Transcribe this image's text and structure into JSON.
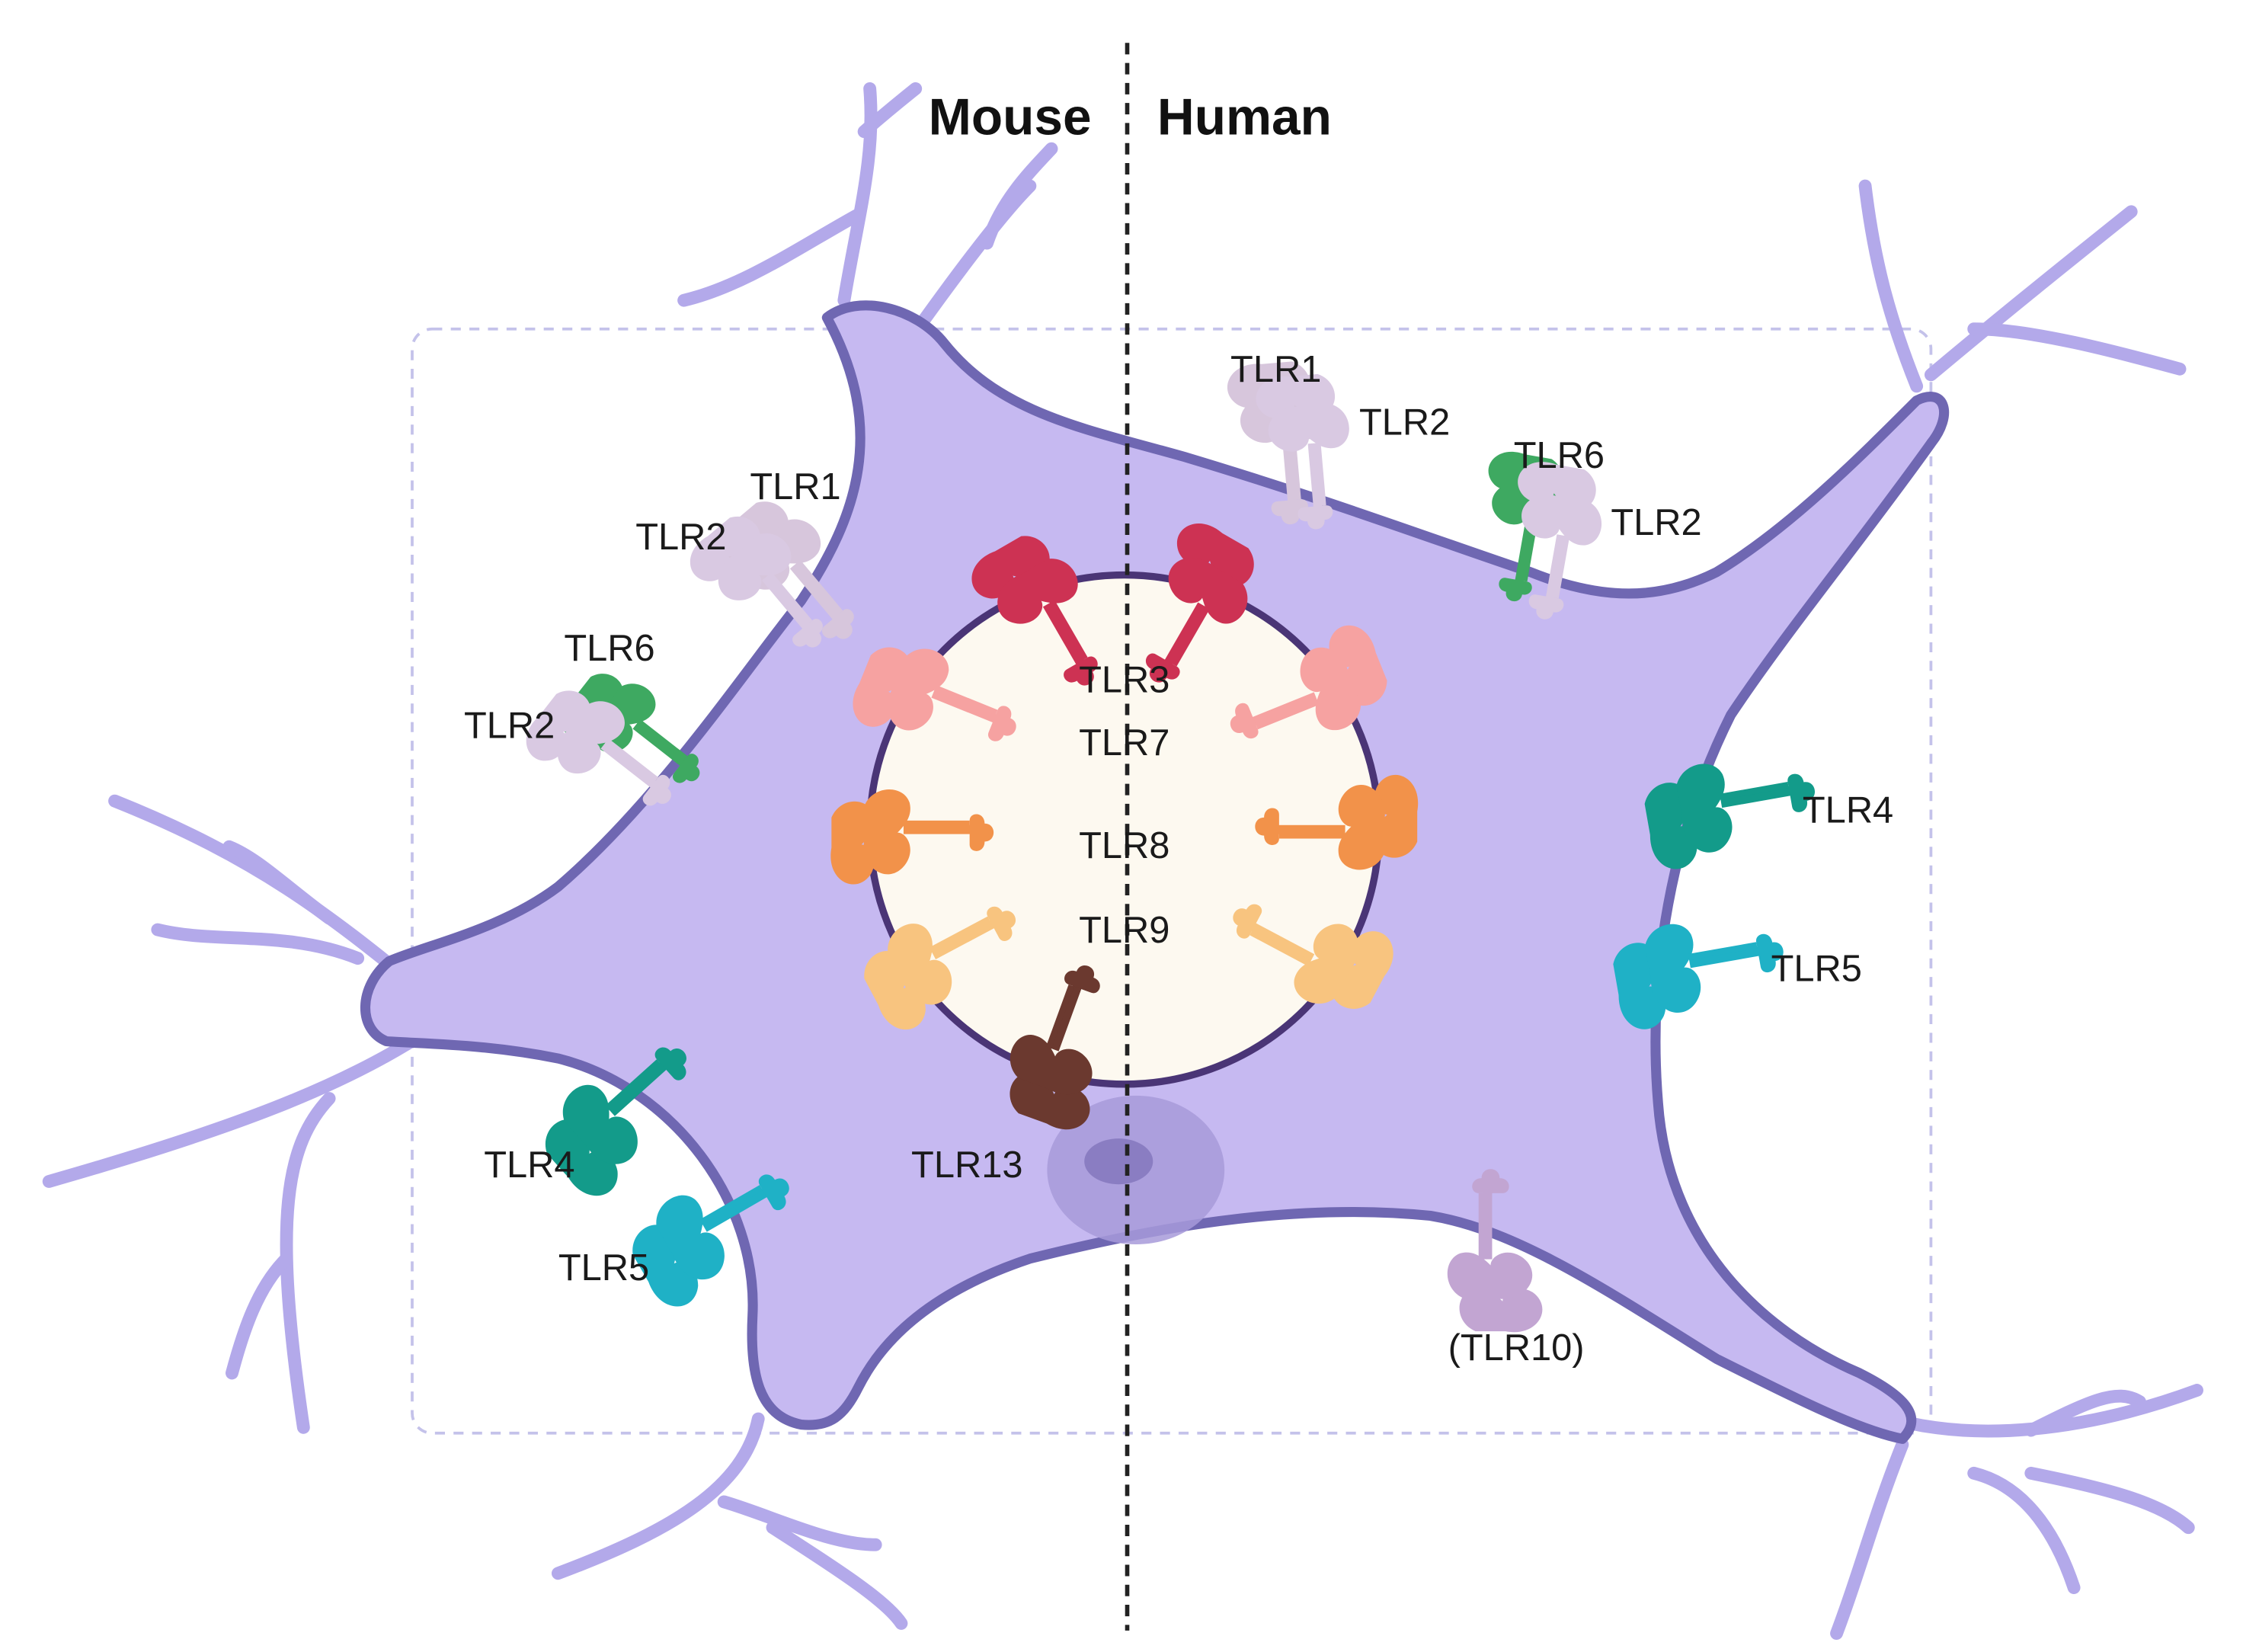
{
  "headers": {
    "left": "Mouse",
    "right": "Human"
  },
  "colors": {
    "cytoplasm": "#c6b9f1",
    "membrane": "#6f67b2",
    "dendrite": "#b3a9ea",
    "nucleus_fill": "#fdf9f0",
    "nucleus_border": "#4a3576",
    "divider": "#222222",
    "box_outline": "#c4c2ea",
    "tlr1": "#d7c6dc",
    "tlr2": "#d9c9e2",
    "tlr3": "#cd3253",
    "tlr4": "#139b8a",
    "tlr5": "#1fb1c6",
    "tlr6": "#3ea961",
    "tlr7": "#f6a2a1",
    "tlr8": "#f2924a",
    "tlr9": "#f8c47f",
    "tlr10": "#c2a5d2",
    "tlr13": "#6b392f"
  },
  "labels": {
    "mouse": {
      "tlr1": "TLR1",
      "tlr2_a": "TLR2",
      "tlr6": "TLR6",
      "tlr2_b": "TLR2",
      "tlr4": "TLR4",
      "tlr5": "TLR5",
      "tlr13": "TLR13"
    },
    "center": {
      "tlr3": "TLR3",
      "tlr7": "TLR7",
      "tlr8": "TLR8",
      "tlr9": "TLR9"
    },
    "human": {
      "tlr1": "TLR1",
      "tlr2_a": "TLR2",
      "tlr6": "TLR6",
      "tlr2_b": "TLR2",
      "tlr4": "TLR4",
      "tlr5": "TLR5",
      "tlr10": "(TLR10)"
    }
  }
}
